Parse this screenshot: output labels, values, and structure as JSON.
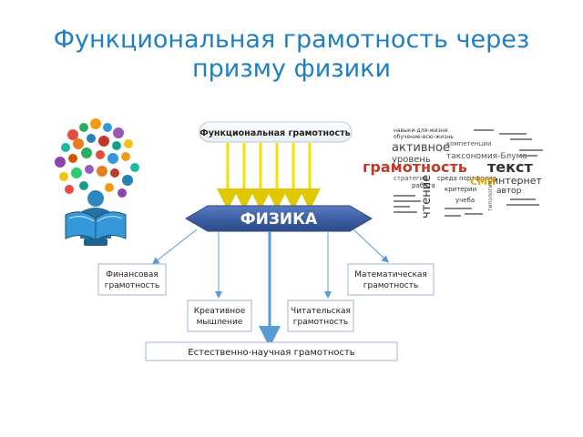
{
  "slide": {
    "title_line1": "Функциональная грамотность через",
    "title_line2": "призму физики"
  },
  "diagram": {
    "top_label": "Функциональная грамотность",
    "center_label": "ФИЗИКА",
    "left_box": [
      "Финансовая",
      "грамотность"
    ],
    "right_box": [
      "Математическая",
      "грамотность"
    ],
    "mid_left_box": [
      "Креативное",
      "мышление"
    ],
    "mid_right_box": [
      "Читательская",
      "грамотность"
    ],
    "bottom_label": "Естественно-научная грамотность",
    "colors": {
      "title": "#1f7fc4",
      "hexagon": "#3d5fa3",
      "yellow_arrows": "#f5e200",
      "blue_arrows": "#5b9bd5",
      "box_border": "#9cb4d1"
    }
  },
  "word_cloud": {
    "words": [
      "навыки-для-жизни",
      "обучение-всю-жизнь",
      "активное",
      "компетенции",
      "уровень",
      "таксономия-Блума",
      "грамотность",
      "текст",
      "стратегии",
      "среда",
      "портфолио",
      "работа",
      "интернет",
      "СМИ",
      "критерии",
      "чтение",
      "автор",
      "учеба",
      "типология"
    ]
  },
  "illustration": {
    "icon_name": "book-reader-with-icons-illustration"
  }
}
